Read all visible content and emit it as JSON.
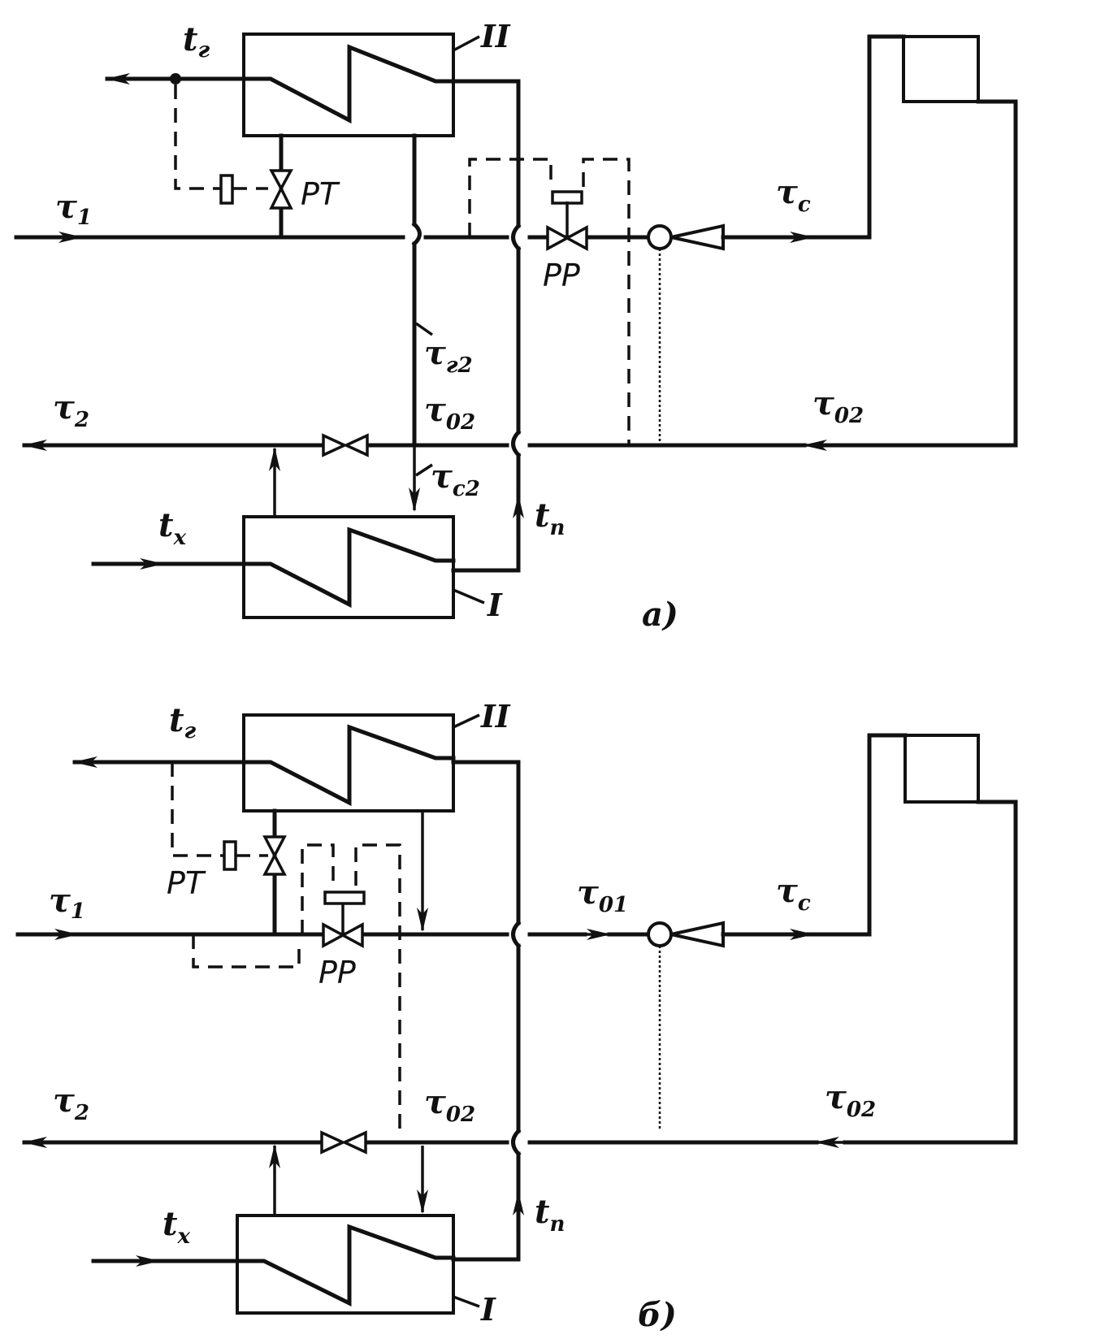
{
  "diagram_a": {
    "label_tg": "t",
    "label_tg_sub": "г",
    "label_hx2": "II",
    "label_tau1": "τ",
    "label_tau1_sub": "1",
    "label_rt": "PT",
    "label_rr": "PP",
    "label_tau_c": "τ",
    "label_tau_c_sub": "c",
    "label_tau_g2": "τ",
    "label_tau_g2_sub": "г2",
    "label_tau2": "τ",
    "label_tau2_sub": "2",
    "label_tau02_mid": "τ",
    "label_tau02_mid_sub": "02",
    "label_tau02_right": "τ",
    "label_tau02_right_sub": "02",
    "label_tau_c2": "τ",
    "label_tau_c2_sub": "c2",
    "label_tx": "t",
    "label_tx_sub": "x",
    "label_tn": "t",
    "label_tn_sub": "п",
    "label_hx1": "I",
    "caption": "а)"
  },
  "diagram_b": {
    "label_tg": "t",
    "label_tg_sub": "г",
    "label_hx2": "II",
    "label_tau1": "τ",
    "label_tau1_sub": "1",
    "label_rt": "PT",
    "label_rr": "PP",
    "label_tau01": "τ",
    "label_tau01_sub": "01",
    "label_tau_c": "τ",
    "label_tau_c_sub": "c",
    "label_tau2": "τ",
    "label_tau2_sub": "2",
    "label_tau02_mid": "τ",
    "label_tau02_mid_sub": "02",
    "label_tau02_right": "τ",
    "label_tau02_right_sub": "02",
    "label_tx": "t",
    "label_tx_sub": "x",
    "label_tn": "t",
    "label_tn_sub": "п",
    "label_hx1": "I",
    "caption": "б)"
  }
}
